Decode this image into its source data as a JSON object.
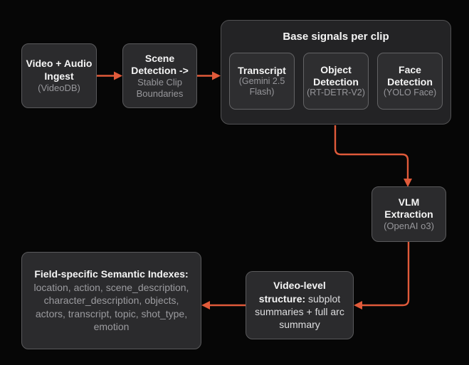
{
  "diagram": {
    "background_color": "#060606",
    "arrow_color": "#e05a3a",
    "nodes": {
      "ingest": {
        "title": "Video + Audio Ingest",
        "subtitle": "(VideoDB)"
      },
      "scene": {
        "title": "Scene Detection ->",
        "subtitle": "Stable Clip Boundaries"
      },
      "base_signals": {
        "title": "Base signals per clip",
        "children": [
          {
            "title": "Transcript",
            "subtitle": "(Gemini 2.5 Flash)"
          },
          {
            "title": "Object Detection",
            "subtitle": "(RT-DETR-V2)"
          },
          {
            "title": "Face Detection",
            "subtitle": "(YOLO Face)"
          }
        ]
      },
      "vlm": {
        "title": "VLM Extraction",
        "subtitle": "(OpenAI o3)"
      },
      "video_level": {
        "title_bold": "Video-level structure:",
        "title_rest": "subplot summaries + full arc summary"
      },
      "field_indexes": {
        "title_bold": "Field-specific Semantic Indexes:",
        "title_rest": "location, action, scene_description, character_description, objects, actors, transcript, topic, shot_type, emotion"
      }
    }
  }
}
